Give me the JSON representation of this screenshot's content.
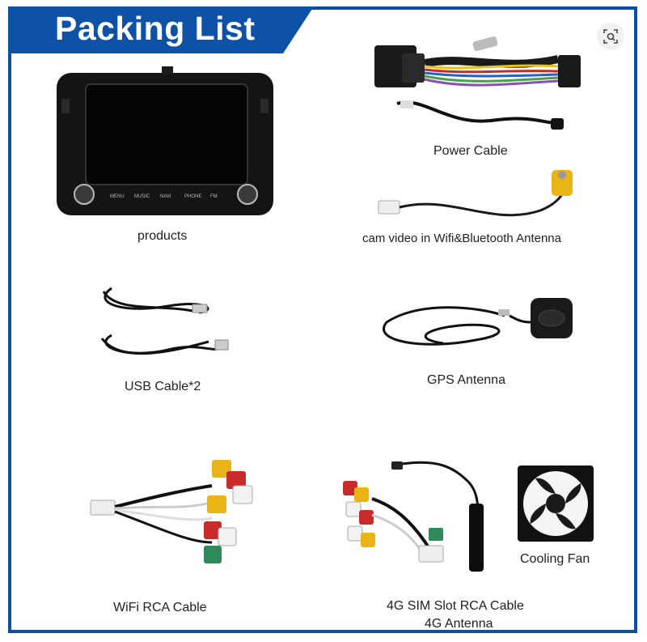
{
  "header": {
    "title": "Packing List"
  },
  "toolbar": {
    "visual_search_icon": "visual-search-icon"
  },
  "items": {
    "products": "products",
    "power_cable": "Power Cable",
    "cam_video": "cam video in Wifi&Bluetooth Antenna",
    "usb_cable": "USB Cable*2",
    "gps_antenna": "GPS Antenna",
    "wifi_rca": "WiFi RCA Cable",
    "sim_rca_line1": "4G SIM Slot RCA Cable",
    "sim_rca_line2": "4G Antenna",
    "cooling_fan": "Cooling Fan"
  },
  "radio_buttons": {
    "menu": "MENU",
    "music": "MUSIC",
    "navi": "NAVI",
    "phone": "PHONE",
    "fm": "FM"
  },
  "colors": {
    "accent": "#0d52a6",
    "border": "#0b4fa0"
  }
}
